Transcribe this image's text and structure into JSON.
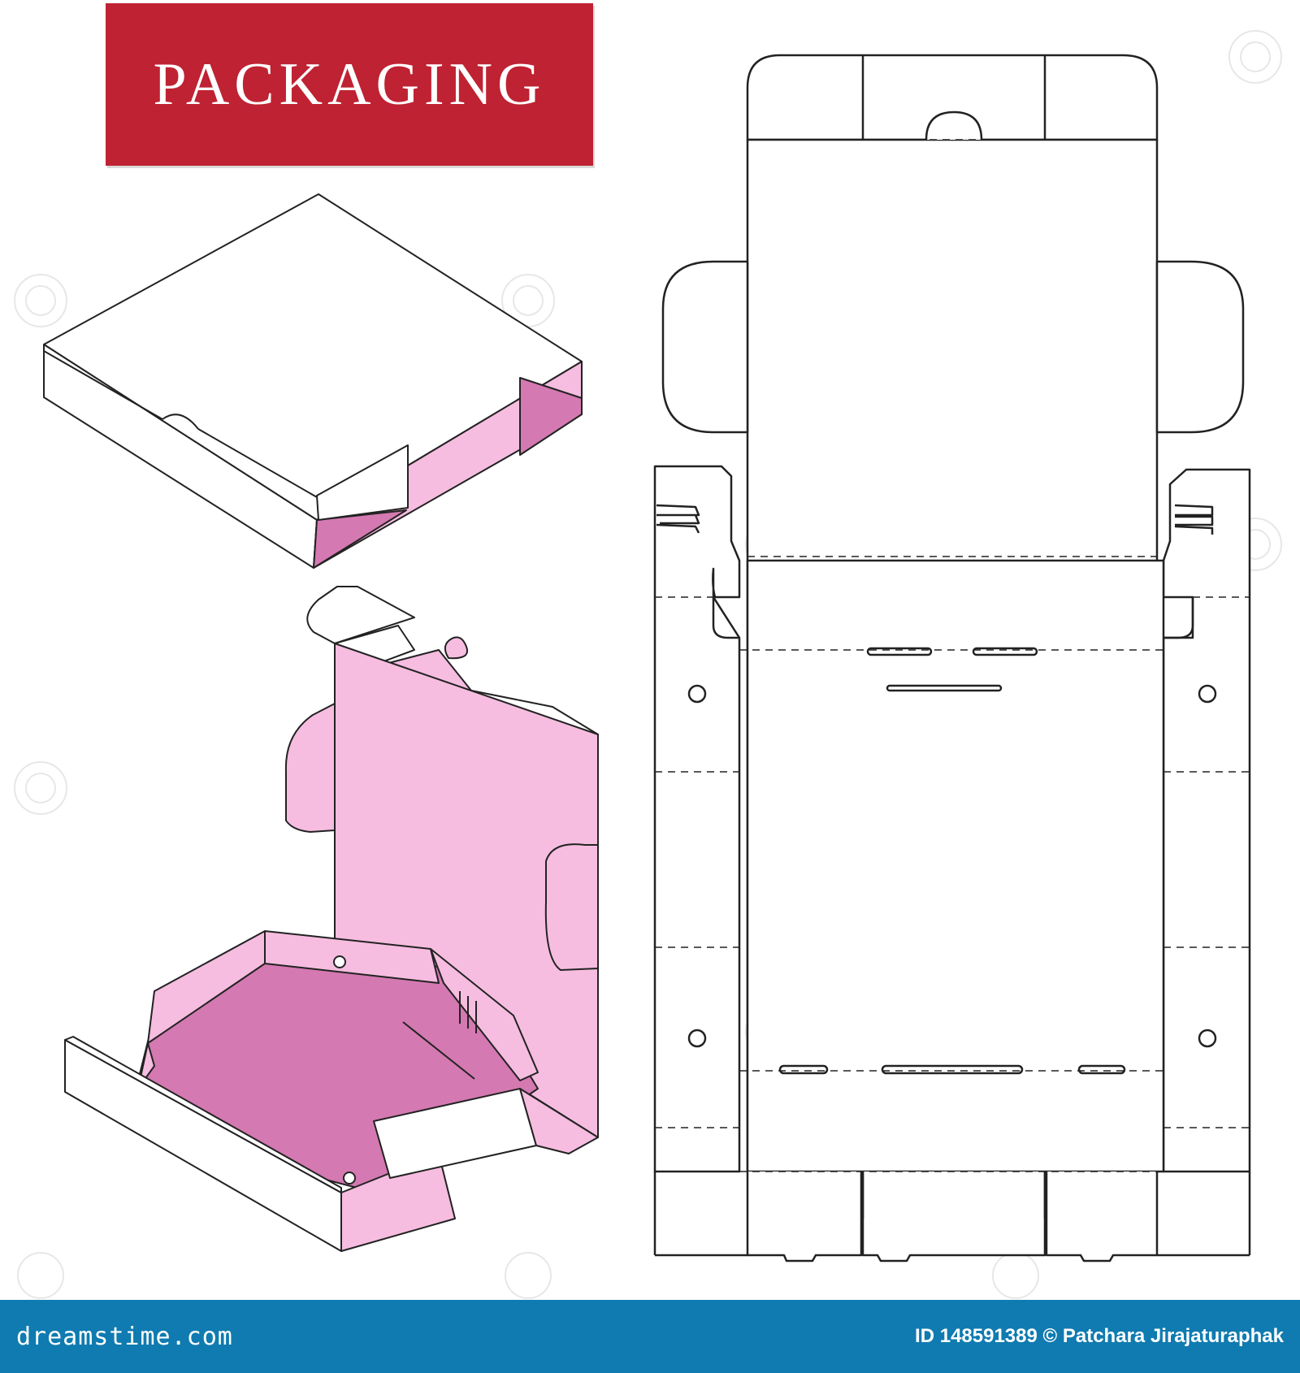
{
  "title": "PACKAGING",
  "footer": {
    "logo": "dreamstime.com",
    "credit": "ID 148591389 © Patchara Jirajaturaphak"
  },
  "colors": {
    "banner": "#bf2232",
    "footer": "#0f7bb0",
    "pink_light": "#f6bde0",
    "pink_dark": "#d479b1",
    "line": "#222222"
  }
}
